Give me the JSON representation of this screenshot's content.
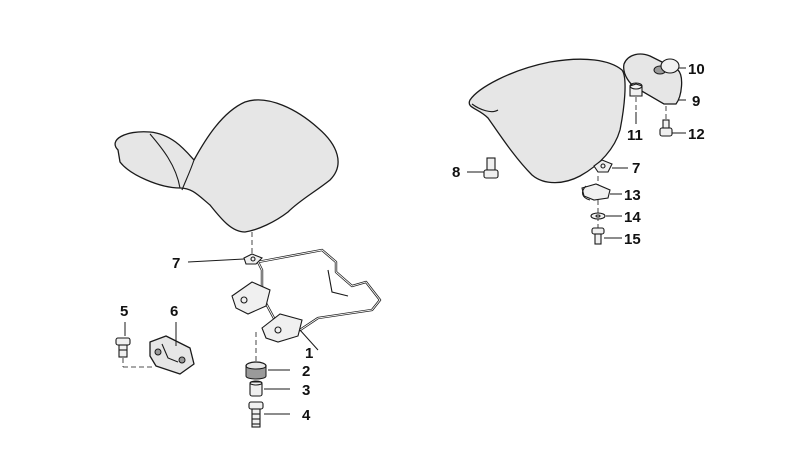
{
  "diagram": {
    "callouts": {
      "c1": "1",
      "c2": "2",
      "c3": "3",
      "c4": "4",
      "c5": "5",
      "c6": "6",
      "c7a": "7",
      "c7b": "7",
      "c8": "8",
      "c9": "9",
      "c10": "10",
      "c11": "11",
      "c12": "12",
      "c13": "13",
      "c14": "14",
      "c15": "15"
    }
  }
}
